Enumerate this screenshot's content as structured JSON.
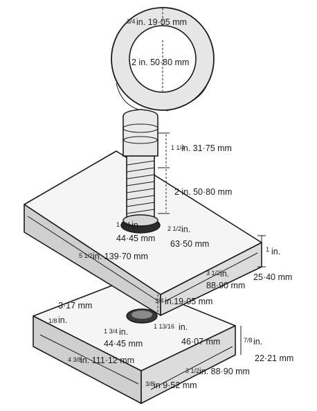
{
  "labels": {
    "ring_section_frac": "3/4",
    "ring_section": "in. 19·05 mm",
    "ring_inner": "2 in. 50·80 mm",
    "shank_frac": "1 1/4",
    "shank": "in.  31·75 mm",
    "thread": "2 in.  50·80 mm",
    "head_dia_frac": "1 3/4",
    "head_dia_unit": "in.",
    "head_dia_mm": "44·45 mm",
    "head_depth_frac": "2 1/2",
    "head_depth_unit": "in.",
    "head_depth_mm": "63·50 mm",
    "upper_length_frac": "5 1/2",
    "upper_length": "in. 139·70 mm",
    "upper_width_frac": "3 1/2",
    "upper_width_unit": "in.",
    "upper_width_mm": "88·90 mm",
    "upper_thick_frac": "1",
    "upper_thick_unit": "in.",
    "upper_thick_mm": "25·40 mm",
    "hole_small": "3·17 mm",
    "edge_frac": "1/8",
    "edge_unit": "in.",
    "pin_frac": "3/4",
    "pin": "in.19·05 mm",
    "recess_dia_frac": "1 3/4",
    "recess_dia_unit": "in.",
    "recess_dia_mm": "44·45 mm",
    "recess_frac": "1 13/16",
    "recess": "in.",
    "recess_mm": "46·07 mm",
    "lower_thick_frac": "7/8",
    "lower_thick_unit": "in.",
    "lower_thick_mm": "22·21 mm",
    "lower_length_frac": "4 3/8",
    "lower_length": "in. 111·12 mm",
    "lower_width_frac": "3 1/2",
    "lower_width": "in. 88·90 mm",
    "lower_step_frac": "3/8",
    "lower_step": "in 9·52 mm"
  }
}
